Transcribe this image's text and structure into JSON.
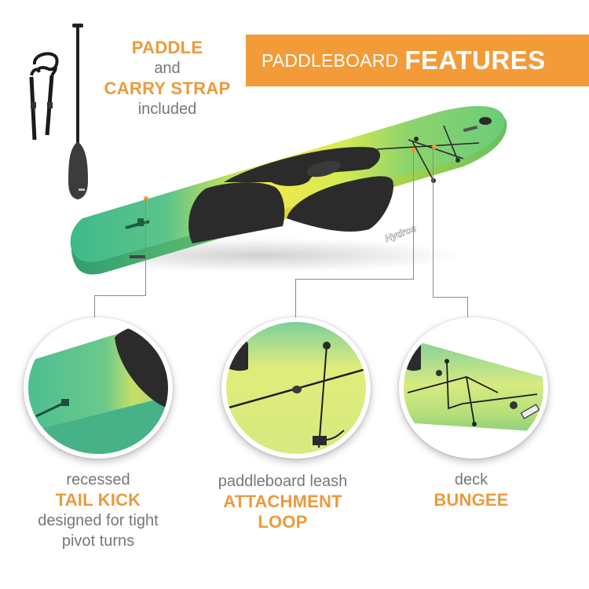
{
  "banner": {
    "prefix": "PADDLEBOARD",
    "title": "FEATURES",
    "color": "#f29b38"
  },
  "included": {
    "line1": "PADDLE",
    "line2": "and",
    "line3": "CARRY STRAP",
    "line4": "included"
  },
  "images": {
    "carry_strap": "carry-strap-illustration",
    "paddle": "paddle-illustration",
    "board": "paddleboard-illustration"
  },
  "features": [
    {
      "id": "tail-kick",
      "pre": "recessed",
      "title": "TAIL KICK",
      "post1": "designed for tight",
      "post2": "pivot turns"
    },
    {
      "id": "leash-loop",
      "pre": "paddleboard leash",
      "title1": "ATTACHMENT",
      "title2": "LOOP"
    },
    {
      "id": "deck-bungee",
      "pre": "deck",
      "title": "BUNGEE"
    }
  ],
  "colors": {
    "accent_orange": "#ec9a3c",
    "text_gray": "#77777a",
    "board_green": "#4fbf8a",
    "board_yellow": "#f2ea3a",
    "deck_pad": "#2b2b2b"
  }
}
